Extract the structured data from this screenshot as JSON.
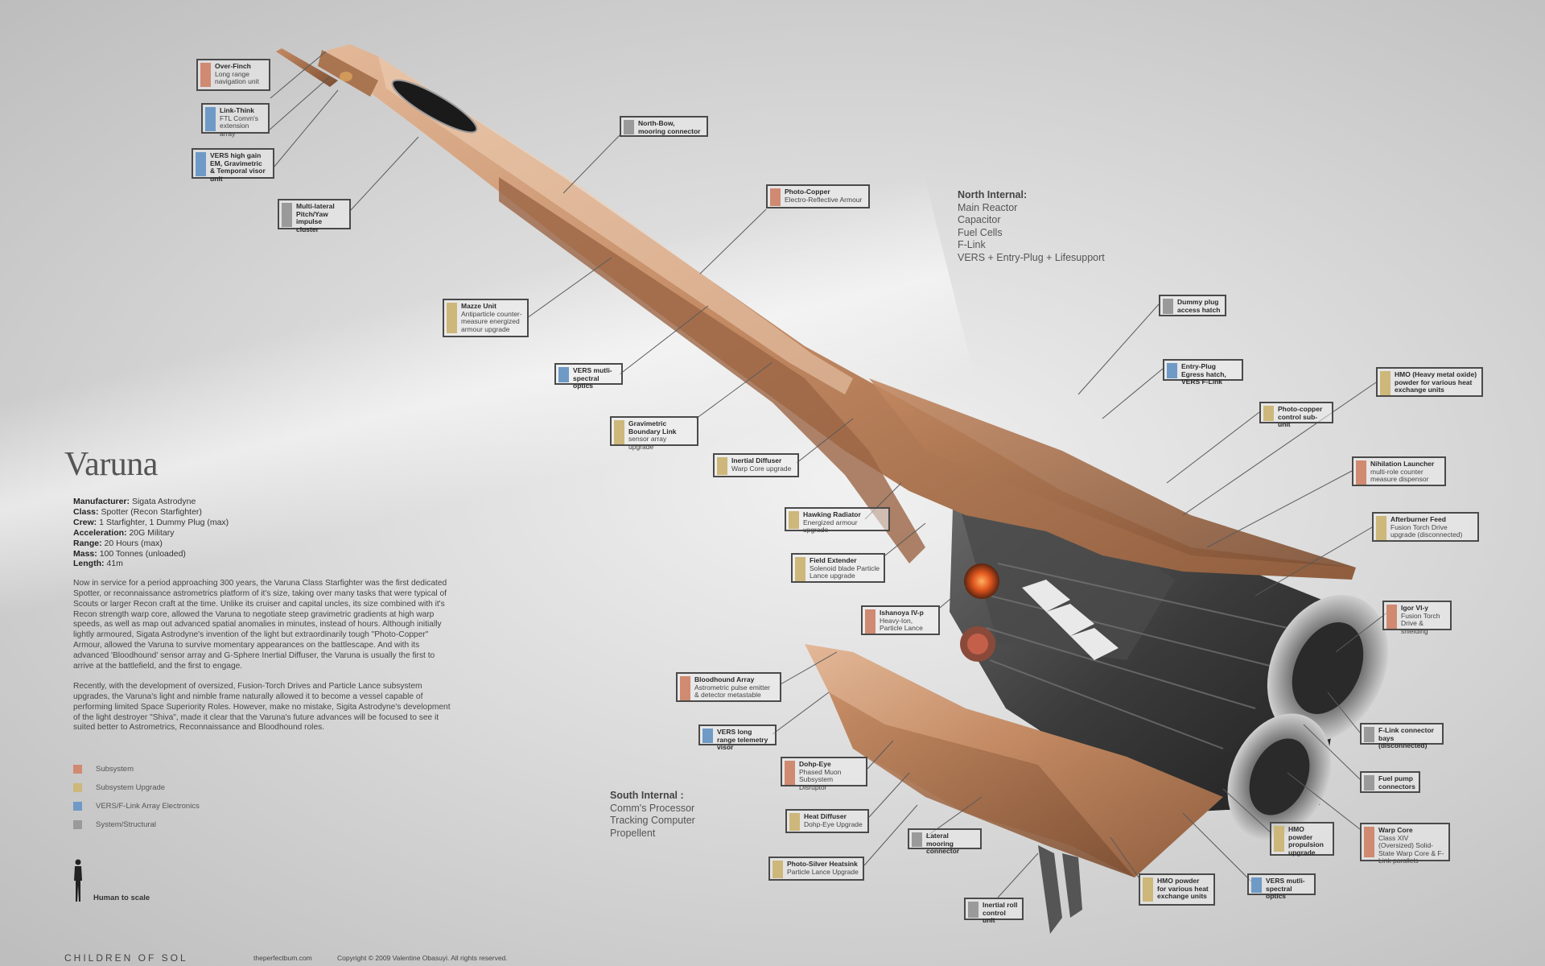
{
  "poster": {
    "title": "Varuna",
    "specs": [
      {
        "label": "Manufacturer:",
        "value": "Sigata Astrodyne"
      },
      {
        "label": "Class:",
        "value": "Spotter (Recon Starfighter)"
      },
      {
        "label": "Crew:",
        "value": "1 Starfighter, 1 Dummy Plug (max)"
      },
      {
        "label": "Acceleration:",
        "value": "20G Military"
      },
      {
        "label": "Range:",
        "value": "20 Hours (max)"
      },
      {
        "label": "Mass:",
        "value": "100 Tonnes (unloaded)"
      },
      {
        "label": "Length:",
        "value": "41m"
      }
    ],
    "description_1": "Now in service for a period approaching 300 years, the Varuna Class Starfighter was the first dedicated Spotter, or reconnaissance astrometrics platform of it's size, taking over many tasks that were typical of Scouts or larger Recon craft at the time. Unlike its cruiser and capital uncles, its size combined with it's Recon strength warp core, allowed the Varuna to negotiate steep gravimetric gradients at high warp speeds, as well as map out advanced spatial anomalies in minutes, instead of hours. Although initially lightly armoured, Sigata Astrodyne's invention of the light but extraordinarily tough \"Photo-Copper\" Armour, allowed the Varuna to survive momentary appearances on the battlescape. And with its advanced 'Bloodhound' sensor array and G-Sphere Inertial Diffuser, the Varuna is usually the first to arrive at the battlefield, and the first to engage.",
    "description_2": "Recently, with the development of oversized, Fusion-Torch Drives and Particle Lance subsystem upgrades, the Varuna's light and nimble frame naturally allowed it to become a vessel capable of performing limited Space Superiority Roles. However, make no mistake, Sigita Astrodyne's development of the light destroyer \"Shiva\", made it clear that the Varuna's future advances will be focused to see it suited better to Astrometrics, Reconnaissance and Bloodhound roles.",
    "legend": [
      {
        "label": "Subsystem",
        "color": "#d08a72"
      },
      {
        "label": "Subsystem Upgrade",
        "color": "#cdb77a"
      },
      {
        "label": "VERS/F-Link Array Electronics",
        "color": "#6f9ac6"
      },
      {
        "label": "System/Structural",
        "color": "#9a9a9a"
      }
    ],
    "human_label": "Human to scale",
    "footer_brand": "CHILDREN OF SOL",
    "footer_url": "theperfectbum.com",
    "footer_copyright": "Copyright © 2009 Valentine Obasuyi. All rights reserved."
  },
  "north_internal": {
    "heading": "North Internal:",
    "items": [
      "Main Reactor",
      "Capacitor",
      "Fuel Cells",
      "F-Link",
      "VERS + Entry-Plug + Lifesupport"
    ]
  },
  "south_internal": {
    "heading": "South Internal :",
    "items": [
      "Comm's Processor",
      "Tracking Computer",
      "Propellent"
    ]
  },
  "callouts": {
    "over_finch": {
      "title": "Over-Finch",
      "sub": "Long range navigation unit",
      "kind": "subsystem"
    },
    "link_think": {
      "title": "Link-Think",
      "sub": "FTL Comm's extension array",
      "kind": "vers"
    },
    "vers_visor": {
      "title": "VERS high gain EM, Gravimetric & Temporal visor unit",
      "sub": "",
      "kind": "vers"
    },
    "multi_lateral": {
      "title": "Multi-lateral Pitch/Yaw impulse cluster",
      "sub": "",
      "kind": "struct"
    },
    "north_bow": {
      "title": "North-Bow, mooring connector",
      "sub": "",
      "kind": "struct"
    },
    "photo_copper": {
      "title": "Photo-Copper",
      "sub": "Electro-Reflective Armour",
      "kind": "subsystem"
    },
    "mazze_unit": {
      "title": "Mazze Unit",
      "sub": "Antiparticle counter-measure energized armour upgrade",
      "kind": "upgrade"
    },
    "vers_multi_spectral_top": {
      "title": "VERS mutli-spectral optics",
      "sub": "",
      "kind": "vers"
    },
    "gravimetric_boundary": {
      "title": "Gravimetric Boundary Link",
      "sub": "sensor array upgrade",
      "kind": "upgrade"
    },
    "inertial_diffuser": {
      "title": "Inertial Diffuser",
      "sub": "Warp Core upgrade",
      "kind": "upgrade"
    },
    "hawking_radiator": {
      "title": "Hawking Radiator",
      "sub": "Energized armour upgrade",
      "kind": "upgrade"
    },
    "field_extender": {
      "title": "Field Extender",
      "sub": "Solenoid blade Particle Lance upgrade",
      "kind": "upgrade"
    },
    "ishanoya": {
      "title": "Ishanoya IV-p",
      "sub": "Heavy-Ion, Particle Lance",
      "kind": "subsystem"
    },
    "bloodhound": {
      "title": "Bloodhound Array",
      "sub": "Astrometric pulse emitter & detector metastable",
      "kind": "subsystem"
    },
    "vers_long_range": {
      "title": "VERS long range telemetry visor",
      "sub": "",
      "kind": "vers"
    },
    "dohp_eye": {
      "title": "Dohp-Eye",
      "sub": "Phased Muon Subsystem Disruptor",
      "kind": "subsystem"
    },
    "heat_diffuser": {
      "title": "Heat Diffuser",
      "sub": "Dohp-Eye Upgrade",
      "kind": "upgrade"
    },
    "photo_silver": {
      "title": "Photo-Silver Heatsink",
      "sub": "Particle Lance Upgrade",
      "kind": "upgrade"
    },
    "lateral_mooring": {
      "title": "Lateral mooring connector",
      "sub": "",
      "kind": "struct"
    },
    "inertial_roll": {
      "title": "Inertial roll control unit",
      "sub": "",
      "kind": "struct"
    },
    "hmo_heat_units": {
      "title": "HMO powder for various heat exchange units",
      "sub": "",
      "kind": "upgrade"
    },
    "vers_multi_spectral_bottom": {
      "title": "VERS mutli-spectral optics",
      "sub": "",
      "kind": "vers"
    },
    "hmo_propulsion": {
      "title": "HMO powder propulsion upgrade",
      "sub": "",
      "kind": "upgrade"
    },
    "warp_core": {
      "title": "Warp Core",
      "sub": "Class XIV (Oversized) Solid-State Warp Core & F-Link parallels",
      "kind": "subsystem"
    },
    "fuel_pump": {
      "title": "Fuel pump connectors",
      "sub": "",
      "kind": "struct"
    },
    "f_link_bays": {
      "title": "F-Link connector bays (disconnected)",
      "sub": "",
      "kind": "struct"
    },
    "igor": {
      "title": "Igor VI-y",
      "sub": "Fusion Torch Drive & shielding",
      "kind": "subsystem"
    },
    "afterburner": {
      "title": "Afterburner Feed",
      "sub": "Fusion Torch Drive upgrade (disconnected)",
      "kind": "upgrade"
    },
    "nihilation": {
      "title": "Nihilation Launcher",
      "sub": "multi-role counter measure dispensor",
      "kind": "subsystem"
    },
    "hmo_heavy_metal": {
      "title": "HMO (Heavy metal oxide) powder for various heat exchange units",
      "sub": "",
      "kind": "upgrade"
    },
    "photo_copper_control": {
      "title": "Photo-copper control sub-unit",
      "sub": "",
      "kind": "upgrade"
    },
    "entry_plug": {
      "title": "Entry-Plug Egress hatch, VERS F-Link",
      "sub": "",
      "kind": "vers"
    },
    "dummy_plug": {
      "title": "Dummy plug access hatch",
      "sub": "",
      "kind": "struct"
    }
  }
}
